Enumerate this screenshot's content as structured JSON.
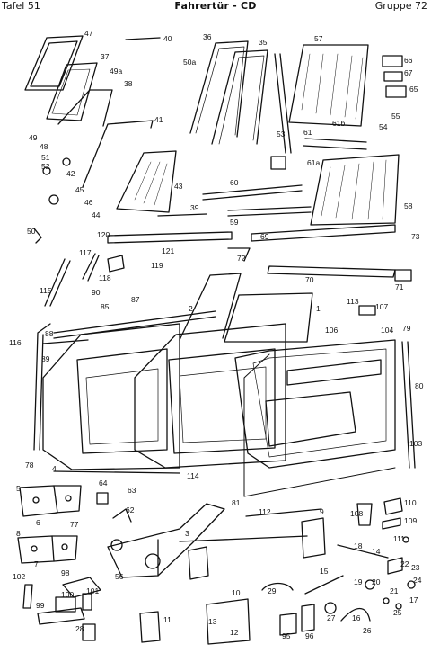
{
  "header": {
    "plate": "Tafel 51",
    "title": "Fahrertür - CD",
    "group": "Gruppe 72"
  },
  "part_labels": [
    "47",
    "40",
    "36",
    "35",
    "57",
    "66",
    "37",
    "49a",
    "50a",
    "67",
    "38",
    "65",
    "55",
    "41",
    "61b",
    "54",
    "53",
    "61",
    "49",
    "48",
    "51",
    "52",
    "61a",
    "42",
    "45",
    "46",
    "44",
    "43",
    "60",
    "58",
    "39",
    "59",
    "50",
    "120",
    "69",
    "73",
    "117",
    "121",
    "119",
    "72",
    "118",
    "115",
    "90",
    "87",
    "85",
    "2",
    "70",
    "71",
    "1",
    "113",
    "107",
    "88",
    "116",
    "89",
    "106",
    "104",
    "79",
    "80",
    "103",
    "78",
    "4",
    "114",
    "5",
    "64",
    "63",
    "62",
    "81",
    "112",
    "9",
    "108",
    "110",
    "109",
    "111",
    "3",
    "6",
    "77",
    "8",
    "7",
    "98",
    "56",
    "18",
    "14",
    "15",
    "22",
    "23",
    "24",
    "102",
    "101",
    "100",
    "29",
    "19",
    "20",
    "16",
    "21",
    "25",
    "17",
    "99",
    "10",
    "11",
    "13",
    "12",
    "95",
    "96",
    "27",
    "26",
    "28"
  ]
}
